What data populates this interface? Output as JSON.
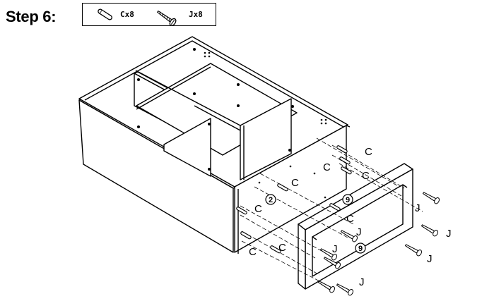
{
  "step": {
    "title": "Step 6:"
  },
  "parts": [
    {
      "id": "C",
      "qty_label": "Cx8",
      "icon": "dowel-icon"
    },
    {
      "id": "J",
      "qty_label": "Jx8",
      "icon": "screw-icon"
    }
  ],
  "callouts": {
    "dowel": "C",
    "screw": "J",
    "panel_ref_2": "2",
    "panel_ref_9": "9"
  }
}
